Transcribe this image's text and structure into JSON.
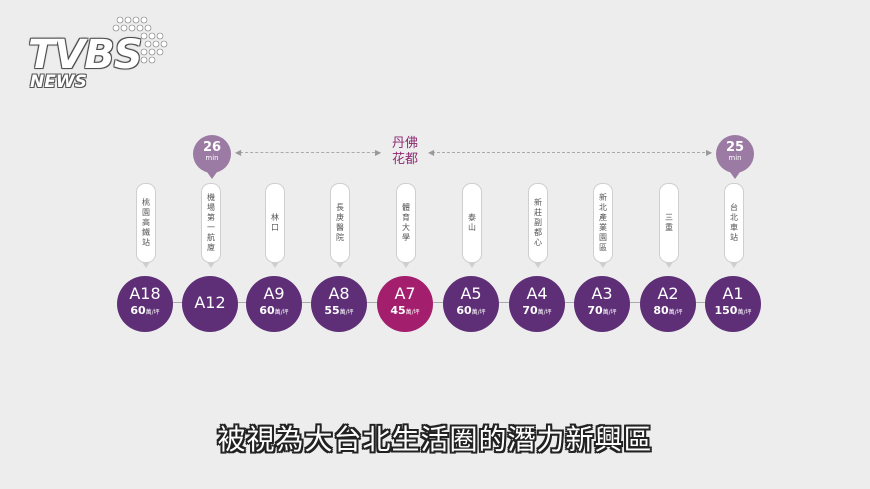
{
  "logo": {
    "main": "TVBS",
    "sub": "NEWS"
  },
  "times": [
    {
      "value": "26",
      "unit": "min"
    },
    {
      "value": "25",
      "unit": "min"
    }
  ],
  "hub": {
    "line1": "丹佛",
    "line2": "花都"
  },
  "stations": [
    {
      "code": "A18",
      "name": "桃園高鐵站",
      "price": "60",
      "unit": "萬/坪"
    },
    {
      "code": "A12",
      "name": "機場第一航廈",
      "price": "",
      "unit": ""
    },
    {
      "code": "A9",
      "name": "林口",
      "price": "60",
      "unit": "萬/坪"
    },
    {
      "code": "A8",
      "name": "長庚醫院",
      "price": "55",
      "unit": "萬/坪"
    },
    {
      "code": "A7",
      "name": "體育大學",
      "price": "45",
      "unit": "萬/坪"
    },
    {
      "code": "A5",
      "name": "泰山",
      "price": "60",
      "unit": "萬/坪"
    },
    {
      "code": "A4",
      "name": "新莊副都心",
      "price": "70",
      "unit": "萬/坪"
    },
    {
      "code": "A3",
      "name": "新北產業園區",
      "price": "70",
      "unit": "萬/坪"
    },
    {
      "code": "A2",
      "name": "三重",
      "price": "80",
      "unit": "萬/坪"
    },
    {
      "code": "A1",
      "name": "台北車站",
      "price": "150",
      "unit": "萬/坪"
    }
  ],
  "subtitle": "被視為大台北生活圈的潛力新興區",
  "colors": {
    "station": "#5e2f77",
    "active": "#a31e6c",
    "time": "#9b7aa3",
    "hub": "#8c2a72"
  }
}
